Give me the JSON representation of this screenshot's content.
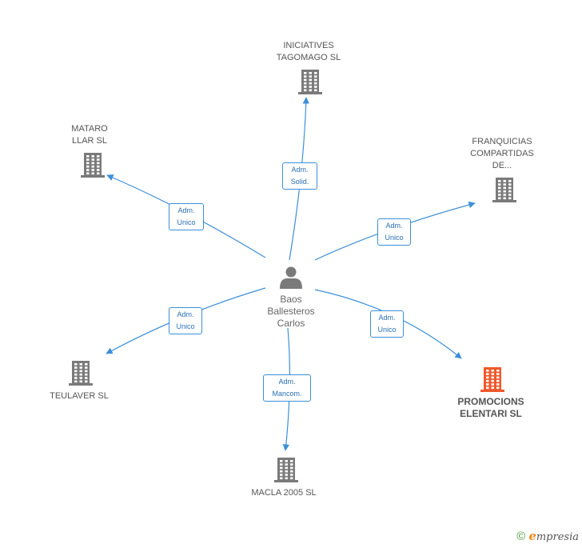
{
  "center": {
    "name_lines": [
      "Baos",
      "Ballesteros",
      "Carlos"
    ]
  },
  "companies": [
    {
      "id": "iniciatives",
      "lines": [
        "INICIATIVES",
        "TAGOMAGO SL"
      ],
      "highlight": false
    },
    {
      "id": "mataro",
      "lines": [
        "MATARO",
        "LLAR SL"
      ],
      "highlight": false
    },
    {
      "id": "franquicias",
      "lines": [
        "FRANQUICIAS",
        "COMPARTIDAS",
        "DE..."
      ],
      "highlight": false
    },
    {
      "id": "teulaver",
      "lines": [
        "TEULAVER SL"
      ],
      "highlight": false
    },
    {
      "id": "promocions",
      "lines": [
        "PROMOCIONS",
        "ELENTARI SL"
      ],
      "highlight": true
    },
    {
      "id": "macla",
      "lines": [
        "MACLA 2005 SL"
      ],
      "highlight": false
    }
  ],
  "relations": [
    {
      "target": "iniciatives",
      "lines": [
        "Adm.",
        "Solid."
      ]
    },
    {
      "target": "mataro",
      "lines": [
        "Adm.",
        "Unico"
      ]
    },
    {
      "target": "franquicias",
      "lines": [
        "Adm.",
        "Unico"
      ]
    },
    {
      "target": "teulaver",
      "lines": [
        "Adm.",
        "Unico"
      ]
    },
    {
      "target": "promocions",
      "lines": [
        "Adm.",
        "Unico"
      ]
    },
    {
      "target": "macla",
      "lines": [
        "Adm.",
        "Mancom."
      ]
    }
  ],
  "colors": {
    "edge": "#3d8fd8",
    "building": "#7a7a7a",
    "building_highlight": "#f0582a",
    "person": "#7a7a7a"
  },
  "brand": {
    "copyright": "©",
    "first_letter": "e",
    "rest": "mpresia"
  }
}
